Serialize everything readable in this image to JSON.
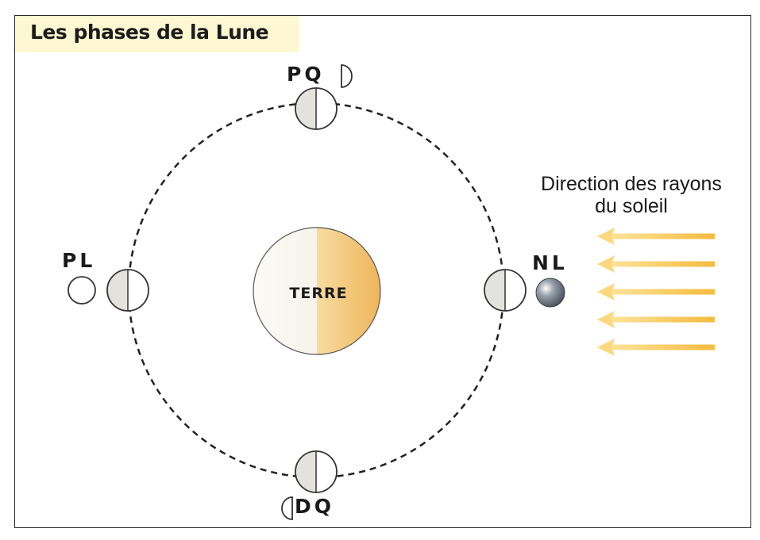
{
  "title": "Les phases de la Lune",
  "earth_label": "TERRE",
  "sun_direction": {
    "line1": "Direction des rayons",
    "line2": "du soleil",
    "arrow_count": 5
  },
  "phases": {
    "first_quarter": "PQ",
    "full_moon": "PL",
    "new_moon": "NL",
    "last_quarter": "DQ"
  },
  "colors": {
    "sun_rays": "#f6c24a",
    "earth_lit": "#f0c070",
    "earth_dark": "#f7f5ee",
    "moon_shade": "#e4e2dc",
    "orbit": "#222222",
    "new_moon": "#6b7480"
  }
}
